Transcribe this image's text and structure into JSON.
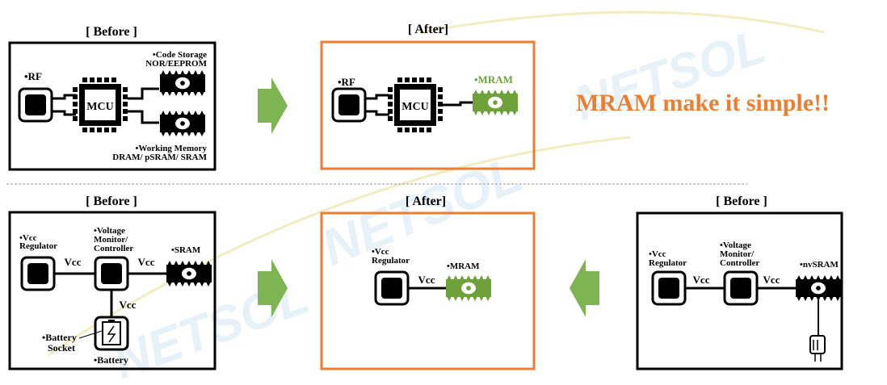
{
  "colors": {
    "accent_orange": "#EE7D31",
    "mram_green": "#6FA13A",
    "arrow_green": "#7FB452",
    "watermark": "#D6E7F4",
    "divider": "#9A9A9A"
  },
  "watermark": "NETSOL",
  "slogan": "MRAM make it simple!!",
  "panel1": {
    "header": "[ Before ]",
    "rf": "•RF",
    "mcu": "MCU",
    "code_storage": "•Code Storage",
    "code_storage_type": "NOR/EEPROM",
    "working_memory": "•Working Memory",
    "working_memory_type": "DRAM/ pSRAM/ SRAM"
  },
  "panel2": {
    "header": "[ After]",
    "rf": "•RF",
    "mcu": "MCU",
    "mram": "•MRAM"
  },
  "panel3": {
    "header": "[ Before ]",
    "vcc_regulator_1": "•Vcc",
    "vcc_regulator_2": "Regulator",
    "monitor_1": "•Voltage",
    "monitor_2": "Monitor/",
    "monitor_3": "Controller",
    "sram": "•SRAM",
    "vcc": "Vcc",
    "battery_socket_1": "•Battery",
    "battery_socket_2": "Socket",
    "battery": "•Battery"
  },
  "panel4": {
    "header": "[ After]",
    "vcc_regulator_1": "•Vcc",
    "vcc_regulator_2": "Regulator",
    "vcc": "Vcc",
    "mram": "•MRAM"
  },
  "panel5": {
    "header": "[ Before ]",
    "vcc_regulator_1": "•Vcc",
    "vcc_regulator_2": "Regulator",
    "monitor_1": "•Voltage",
    "monitor_2": "Monitor/",
    "monitor_3": "Controller",
    "vcc": "Vcc",
    "nvsram": "•nvSRAM"
  }
}
